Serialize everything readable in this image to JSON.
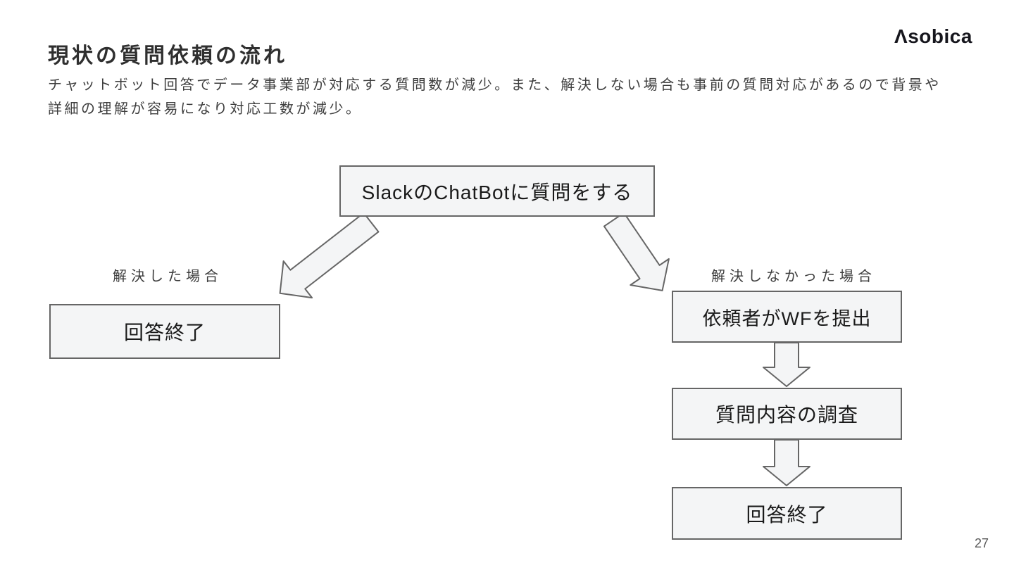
{
  "slide": {
    "title": "現状の質問依頼の流れ",
    "description_lines": [
      "チャットボット回答でデータ事業部が対応する質問数が減少。また、解決しない場合も事前の質問対応があるので背景や",
      "詳細の理解が容易になり対応工数が減少。"
    ],
    "page_number": "27"
  },
  "logo": {
    "brand": "Asobica",
    "display_mark": "Λ",
    "display_rest": "sobica"
  },
  "flowchart": {
    "start_node": {
      "label": "SlackのChatBotに質問をする"
    },
    "resolved_branch": {
      "condition_label": "解決した場合",
      "node": {
        "label": "回答終了"
      }
    },
    "unresolved_branch": {
      "condition_label": "解決しなかった場合",
      "nodes": [
        {
          "label": "依頼者がWFを提出"
        },
        {
          "label": "質問内容の調査"
        },
        {
          "label": "回答終了"
        }
      ]
    }
  },
  "colors": {
    "node_fill": "#f4f5f6",
    "node_border": "#666666",
    "arrow_fill": "#f4f5f6",
    "arrow_stroke": "#666666",
    "title_text": "#2f2f2f",
    "body_text": "#3e3e3e",
    "node_text": "#1a1a1a",
    "page_number_text": "#595959"
  }
}
